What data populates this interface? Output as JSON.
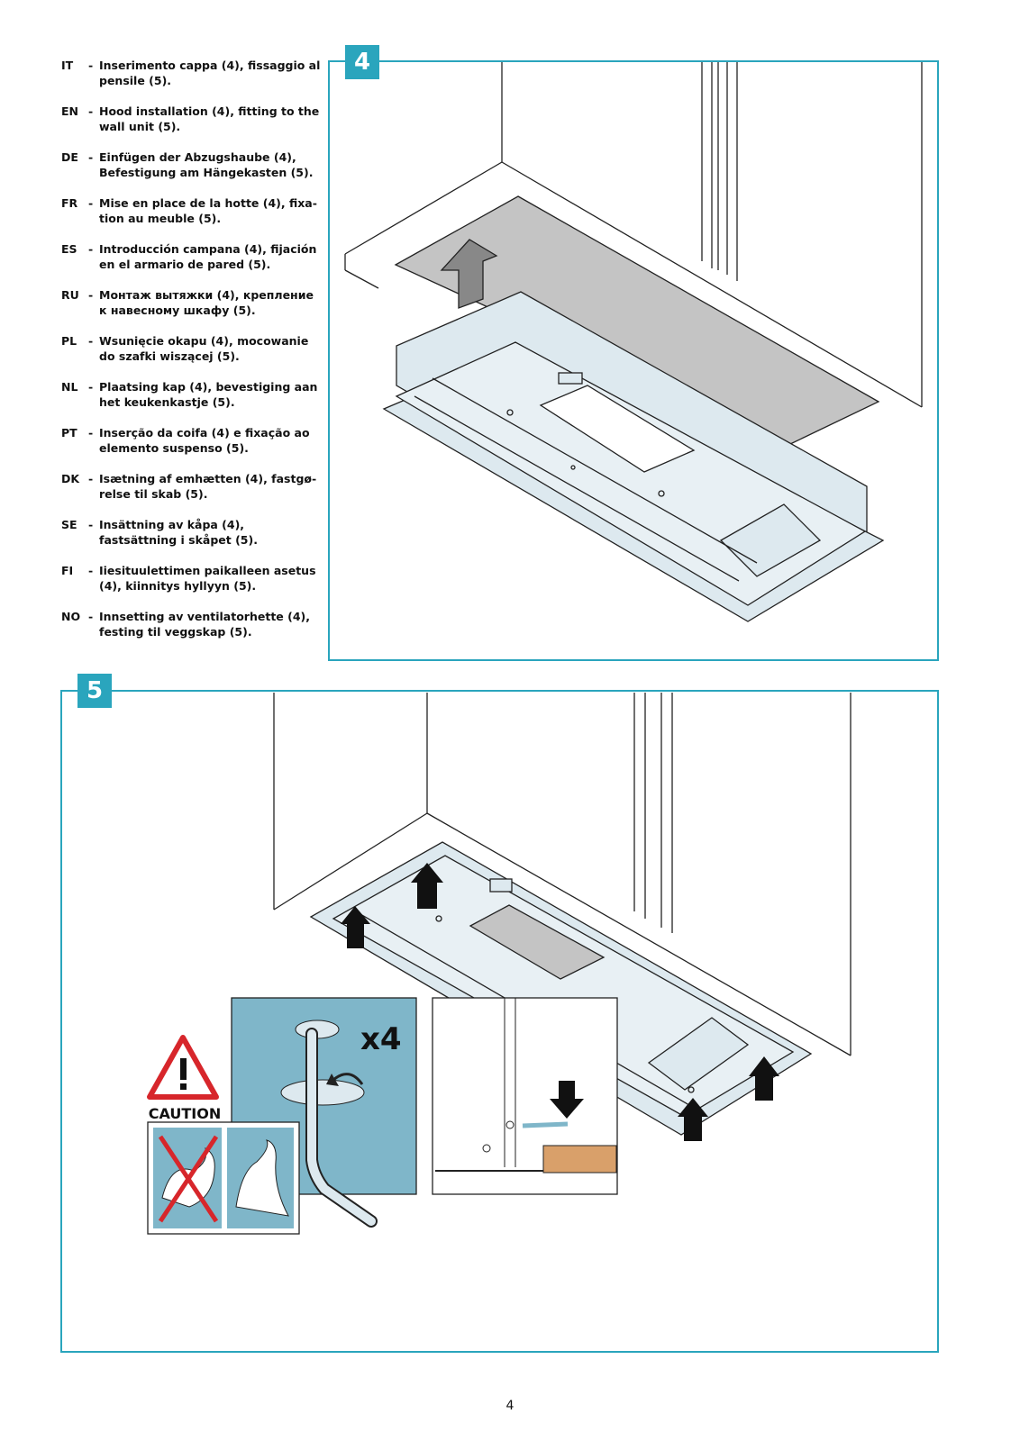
{
  "instructions": [
    {
      "code": "IT",
      "dash": "-",
      "text": "Inserimento cappa (4), fissaggio al pensile (5)."
    },
    {
      "code": "EN",
      "dash": "-",
      "text": "Hood installation (4), fitting to the wall unit (5)."
    },
    {
      "code": "DE",
      "dash": "-",
      "text": "Einfügen der Abzugshaube (4), Befestigung am Hängekasten (5)."
    },
    {
      "code": "FR",
      "dash": "-",
      "text": "Mise en place de la hotte (4), fixa-tion au meuble (5)."
    },
    {
      "code": "ES",
      "dash": "-",
      "text": "Introducción campana (4), fijación en el armario de pared (5)."
    },
    {
      "code": "RU",
      "dash": "-",
      "text": "Монтаж вытяжки (4), крепление к навесному шкафу (5)."
    },
    {
      "code": "PL",
      "dash": "-",
      "text": "Wsunięcie okapu (4), mocowanie do szafki wiszącej (5)."
    },
    {
      "code": "NL",
      "dash": "-",
      "text": "Plaatsing kap (4), bevestiging aan het keukenkastje (5)."
    },
    {
      "code": "PT",
      "dash": "-",
      "text": "Inserção da coifa (4) e fixação ao elemento suspenso (5)."
    },
    {
      "code": "DK",
      "dash": "-",
      "text": "Isætning af emhætten (4), fastgø-relse til skab (5)."
    },
    {
      "code": "SE",
      "dash": "-",
      "text": "Insättning av kåpa (4), fastsättning i skåpet (5)."
    },
    {
      "code": "FI",
      "dash": "-",
      "text": "Iiesituulettimen paikalleen asetus (4), kiinnitys hyllyyn (5)."
    },
    {
      "code": "NO",
      "dash": "-",
      "text": "Innsetting av ventilatorhette (4), festing til veggskap (5)."
    }
  ],
  "step4": {
    "badge": "4"
  },
  "step5": {
    "badge": "5",
    "caution_label": "CAUTION",
    "screw_count": "x4"
  },
  "page_number": "4",
  "colors": {
    "accent": "#2aa5bd",
    "hood_fill": "#dde9ef",
    "panel_gray": "#c4c4c4",
    "caution_red": "#d7262b",
    "wood": "#d9a06a",
    "icon_blue": "#7fb6c9"
  },
  "icons": [
    "up-arrow-icon",
    "down-arrow-icon",
    "caution-triangle-icon",
    "rotate-arrow-icon",
    "no-force-icon",
    "arm-icon",
    "allen-key-icon"
  ]
}
